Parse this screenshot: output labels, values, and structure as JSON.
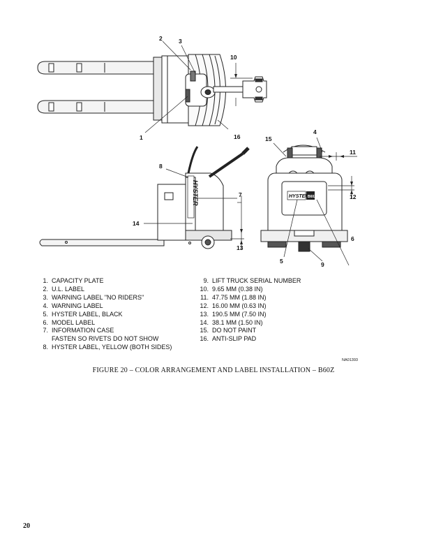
{
  "figure": {
    "callouts": [
      "1",
      "2",
      "3",
      "4",
      "5",
      "6",
      "7",
      "8",
      "9",
      "10",
      "11",
      "12",
      "13",
      "14",
      "15",
      "16"
    ],
    "decal_top": "HYSTER",
    "decal_rear": "HYSTER",
    "model_badge": "B60Z"
  },
  "legend": {
    "left": [
      {
        "num": "1.",
        "text": "CAPACITY PLATE"
      },
      {
        "num": "2.",
        "text": "U.L. LABEL"
      },
      {
        "num": "3.",
        "text": "WARNING LABEL \"NO RIDERS\""
      },
      {
        "num": "4.",
        "text": "WARNING LABEL"
      },
      {
        "num": "5.",
        "text": "HYSTER LABEL, BLACK"
      },
      {
        "num": "6.",
        "text": "MODEL LABEL"
      },
      {
        "num": "7.",
        "text": "INFORMATION CASE"
      },
      {
        "num": "8.",
        "text": "HYSTER LABEL, YELLOW (BOTH SIDES)"
      }
    ],
    "left_continuation": "FASTEN SO RIVETS DO NOT SHOW",
    "right": [
      {
        "num": "9.",
        "text": "LIFT TRUCK SERIAL NUMBER"
      },
      {
        "num": "10.",
        "text": "9.65 MM (0.38 IN)"
      },
      {
        "num": "11.",
        "text": "47.75 MM (1.88 IN)"
      },
      {
        "num": "12.",
        "text": "16.00 MM (0.63 IN)"
      },
      {
        "num": "13.",
        "text": "190.5 MM (7.50 IN)"
      },
      {
        "num": "14.",
        "text": "38.1 MM (1.50 IN)"
      },
      {
        "num": "15.",
        "text": "DO NOT PAINT"
      },
      {
        "num": "16.",
        "text": "ANTI-SLIP PAD"
      }
    ]
  },
  "drawing_number": "NA01393",
  "caption": "FIGURE 20 – COLOR ARRANGEMENT AND LABEL INSTALLATION – B60Z",
  "page_number": "20"
}
